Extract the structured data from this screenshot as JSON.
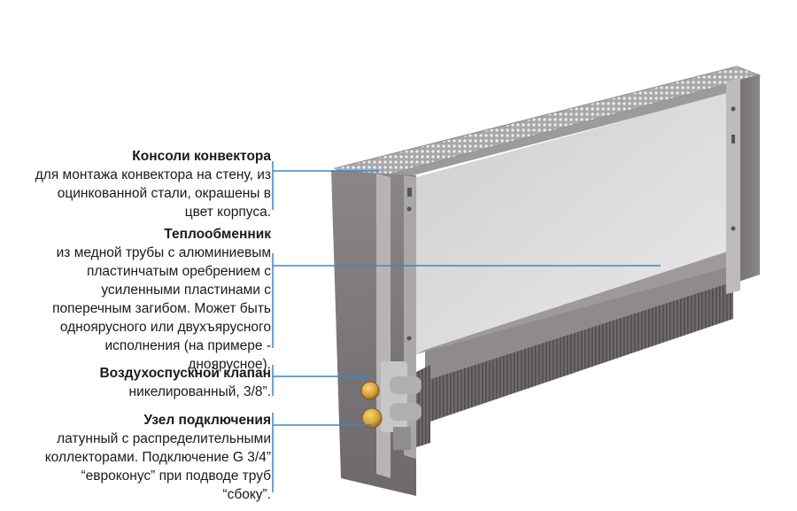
{
  "callouts": [
    {
      "title": "Консоли конвектора",
      "body": "для монтажа конвектора на стену, из\nоцинкованной стали, окрашены в\nцвет корпуса."
    },
    {
      "title": "Теплообменник",
      "body": "из медной трубы с алюминиевым\nпластинчатым оребрением с\nусиленными пластинами с\nпоперечным загибом. Может быть\nодноярусного или двухъярусного\nисполнения (на примере -\nдноярусное)."
    },
    {
      "title": "Воздухоспускной клапан",
      "body": "никелированный, 3/8”."
    },
    {
      "title": "Узел подключения",
      "body": "латунный с распределительными\nколлекторами. Подключение G 3/4”\n“евроконус” при подводе труб\n“сбоку”."
    }
  ],
  "colors": {
    "leader_line": "#3a86c8",
    "housing": "#7e7a7d",
    "back_panel": "#dcdcdc",
    "brass": "#d8a338"
  }
}
